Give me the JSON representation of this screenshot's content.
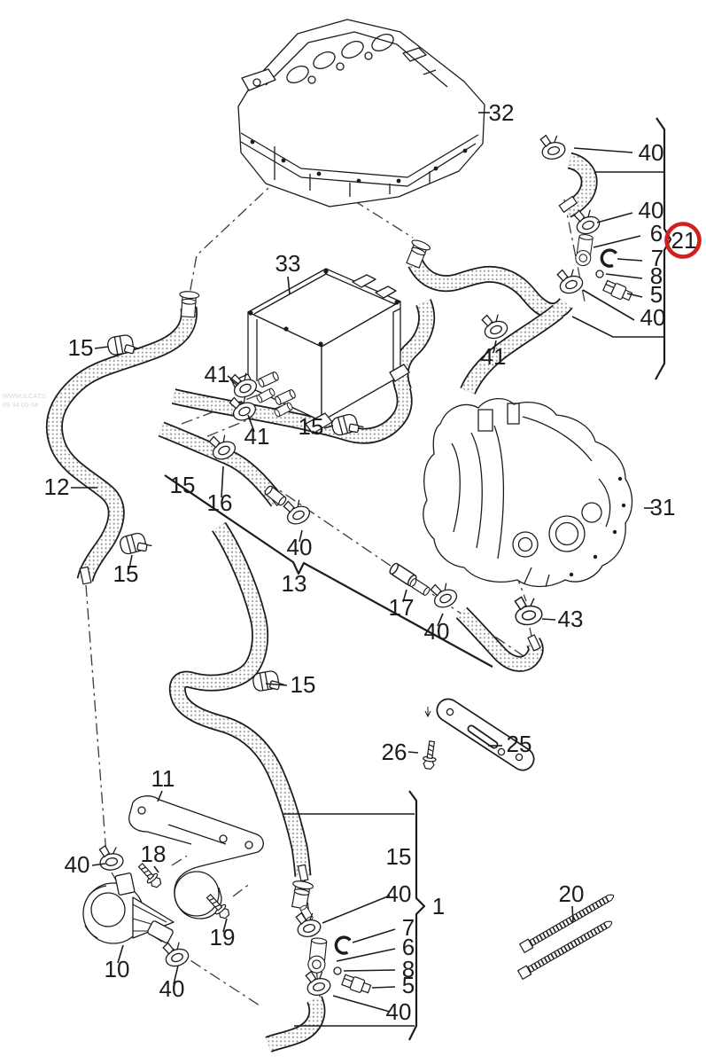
{
  "colors": {
    "line": "#1c1c1c",
    "accent_red": "#d01f1f",
    "hose_dot": "#8f8f8f",
    "watermark": "#b9b5ae"
  },
  "watermark": {
    "line1": "WWW.ILCATS",
    "line2": "09 34 05-04"
  },
  "highlight": {
    "circled_part": "21"
  },
  "callouts": [
    {
      "part": "32"
    },
    {
      "part": "40"
    },
    {
      "part": "40"
    },
    {
      "part": "6"
    },
    {
      "part": "21"
    },
    {
      "part": "7"
    },
    {
      "part": "8"
    },
    {
      "part": "5"
    },
    {
      "part": "40"
    },
    {
      "part": "33"
    },
    {
      "part": "15"
    },
    {
      "part": "41"
    },
    {
      "part": "41"
    },
    {
      "part": "15"
    },
    {
      "part": "12"
    },
    {
      "part": "15"
    },
    {
      "part": "16"
    },
    {
      "part": "15"
    },
    {
      "part": "40"
    },
    {
      "part": "13"
    },
    {
      "part": "31"
    },
    {
      "part": "17"
    },
    {
      "part": "40"
    },
    {
      "part": "43"
    },
    {
      "part": "15"
    },
    {
      "part": "26"
    },
    {
      "part": "25"
    },
    {
      "part": "11"
    },
    {
      "part": "18"
    },
    {
      "part": "40"
    },
    {
      "part": "10"
    },
    {
      "part": "19"
    },
    {
      "part": "40"
    },
    {
      "part": "15"
    },
    {
      "part": "40"
    },
    {
      "part": "1"
    },
    {
      "part": "7"
    },
    {
      "part": "6"
    },
    {
      "part": "8"
    },
    {
      "part": "5"
    },
    {
      "part": "40"
    },
    {
      "part": "20"
    },
    {
      "part": "41"
    }
  ]
}
